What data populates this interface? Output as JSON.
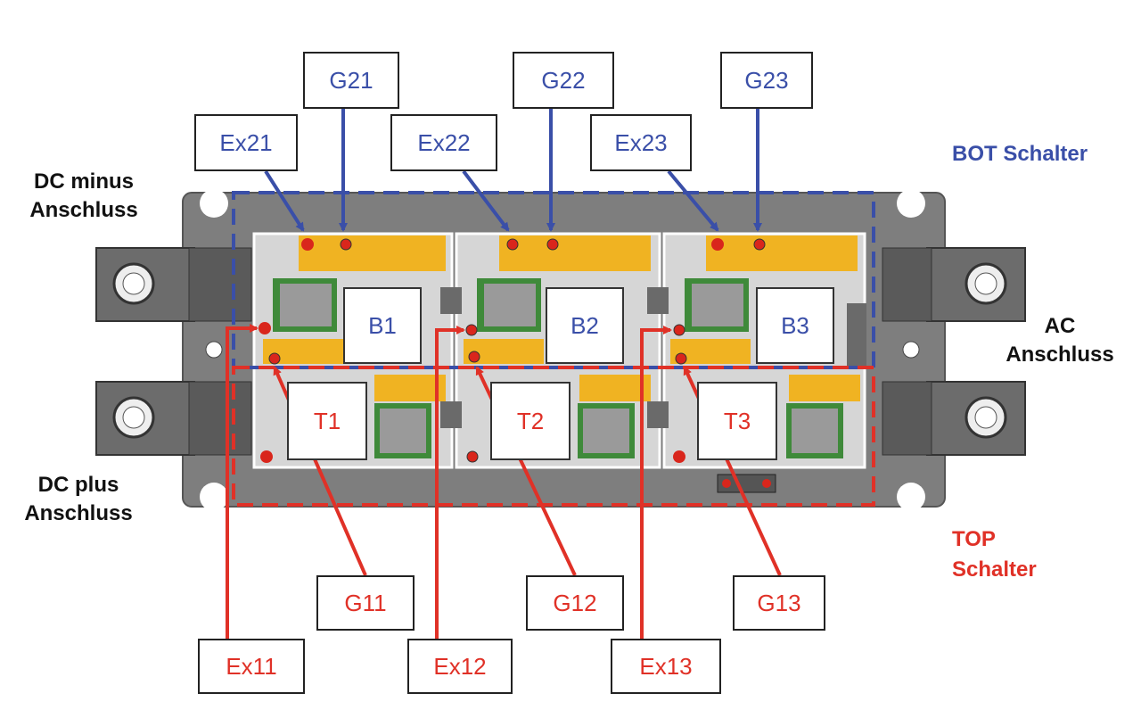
{
  "colors": {
    "blue": "#3a4fa8",
    "red": "#e03127",
    "housing": "#7e7e7e",
    "board": "#d6d6d6",
    "gold": "#f0b322"
  },
  "side_labels": {
    "dc_minus": [
      "DC minus",
      "Anschluss"
    ],
    "dc_plus": [
      "DC plus",
      "Anschluss"
    ],
    "ac": [
      "AC",
      "Anschluss"
    ]
  },
  "groups": {
    "bot": {
      "label": "BOT Schalter"
    },
    "top": {
      "label_line1": "TOP",
      "label_line2": "Schalter"
    }
  },
  "chips": {
    "bot": [
      "B1",
      "B2",
      "B3"
    ],
    "top": [
      "T1",
      "T2",
      "T3"
    ]
  },
  "callouts": {
    "gate_bot": [
      "G21",
      "G22",
      "G23"
    ],
    "emitter_bot": [
      "Ex21",
      "Ex22",
      "Ex23"
    ],
    "gate_top": [
      "G11",
      "G12",
      "G13"
    ],
    "emitter_top": [
      "Ex11",
      "Ex12",
      "Ex13"
    ]
  }
}
